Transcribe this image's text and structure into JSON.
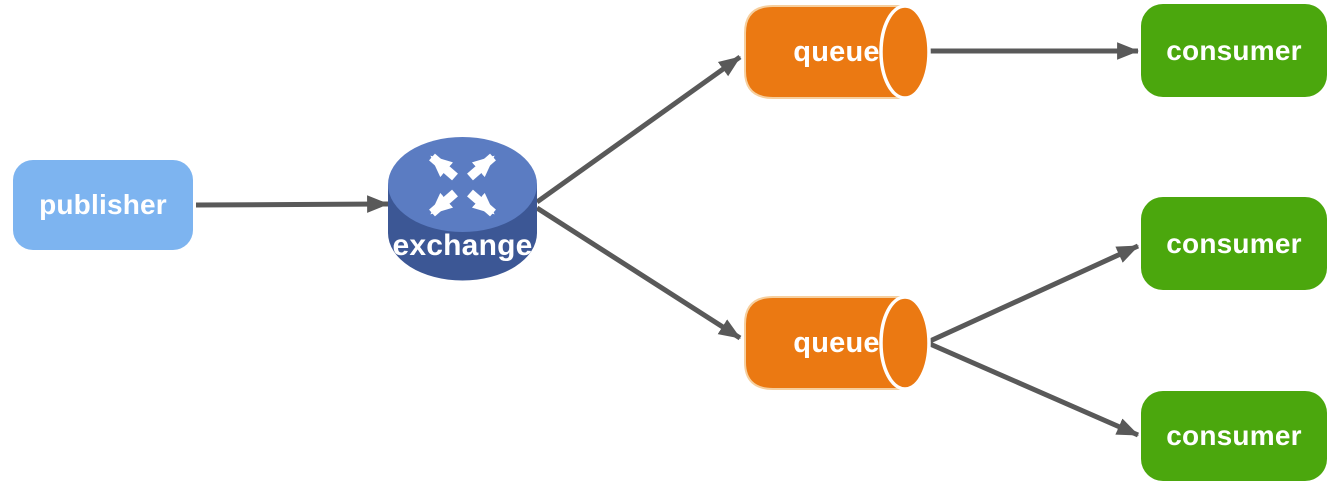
{
  "diagram": {
    "type": "message-flow-diagram",
    "background_color": "#FFFFFF",
    "arrow_color": "#595959",
    "text_color": "#FFFFFF",
    "nodes": {
      "publisher": {
        "label": "publisher",
        "shape": "rounded-rectangle",
        "color": "#7DB4F0"
      },
      "exchange": {
        "label": "exchange",
        "shape": "router-cylinder",
        "icon": "crossed-arrows-icon",
        "top_color": "#5B7CC2",
        "side_color": "#3C5795",
        "icon_color": "#FFFFFF"
      },
      "queue_top": {
        "label": "queue",
        "shape": "horizontal-cylinder",
        "color": "#EB7912",
        "cap_stroke_color": "#FFFFFF",
        "rim_color": "#F6CF9E"
      },
      "queue_bottom": {
        "label": "queue",
        "shape": "horizontal-cylinder",
        "color": "#EB7912",
        "cap_stroke_color": "#FFFFFF",
        "rim_color": "#F6CF9E"
      },
      "consumer_top": {
        "label": "consumer",
        "shape": "rounded-rectangle",
        "color": "#4BA70D"
      },
      "consumer_middle": {
        "label": "consumer",
        "shape": "rounded-rectangle",
        "color": "#4BA70D"
      },
      "consumer_bottom": {
        "label": "consumer",
        "shape": "rounded-rectangle",
        "color": "#4BA70D"
      }
    },
    "edges": [
      {
        "from": "publisher",
        "to": "exchange"
      },
      {
        "from": "exchange",
        "to": "queue_top"
      },
      {
        "from": "exchange",
        "to": "queue_bottom"
      },
      {
        "from": "queue_top",
        "to": "consumer_top"
      },
      {
        "from": "queue_bottom",
        "to": "consumer_middle"
      },
      {
        "from": "queue_bottom",
        "to": "consumer_bottom"
      }
    ]
  }
}
